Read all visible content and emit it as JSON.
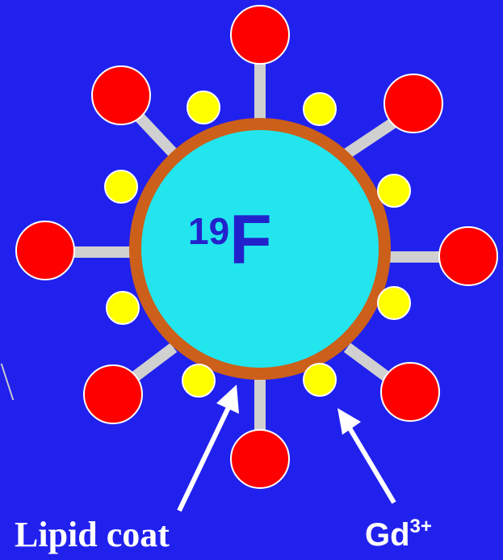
{
  "core": {
    "isotope": "19",
    "element": "F"
  },
  "labels": {
    "lipid_coat": "Lipid coat",
    "gd_symbol": "Gd",
    "gd_charge": "3+"
  },
  "colors": {
    "background": "#2121ee",
    "core_fill": "#22e5ee",
    "lipid_ring": "#cc5f1a",
    "ligand_ball": "#ff0000",
    "ligand_stick": "#d0d0d0",
    "gd_ion": "#ffff00",
    "core_text": "#2222cc",
    "label_text": "#ffffff"
  }
}
